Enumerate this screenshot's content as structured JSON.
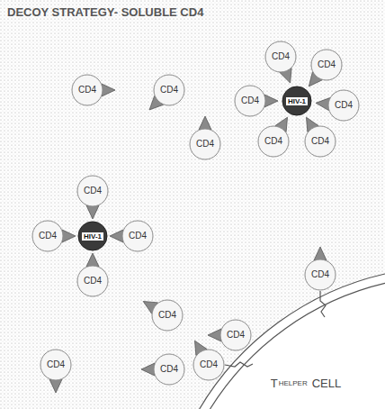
{
  "diagram": {
    "title": "DECOY STRATEGY- SOLUBLE CD4",
    "nodes": [
      {
        "text": [
          "CD4"
        ]
      },
      {
        "text": [
          "CD4"
        ]
      },
      {
        "text": [
          "CD4"
        ]
      },
      {
        "text": [
          "CD4"
        ]
      },
      {
        "text": [
          "CD4"
        ]
      },
      {
        "text": [
          "HIV-1"
        ]
      },
      {
        "text": [
          "CD4"
        ]
      },
      {
        "text": [
          "CD4"
        ]
      },
      {
        "text": [
          "CD4"
        ]
      },
      {
        "text": [
          "CD4"
        ]
      },
      {
        "text": [
          "CD4"
        ]
      },
      {
        "text": [
          "CD4"
        ]
      },
      {
        "text": [
          "HIV-1"
        ]
      },
      {
        "text": [
          "CD4"
        ]
      },
      {
        "text": [
          "CD4"
        ]
      },
      {
        "text": [
          "CD4"
        ]
      },
      {
        "text": [
          "CD4"
        ]
      },
      {
        "text": [
          "CD4"
        ]
      },
      {
        "text": [
          "CD4"
        ]
      },
      {
        "text": [
          "CD4"
        ]
      },
      {
        "text": [
          "CD4"
        ]
      },
      {
        "text": [
          "T",
          "HELPER",
          "CELL"
        ]
      }
    ]
  }
}
